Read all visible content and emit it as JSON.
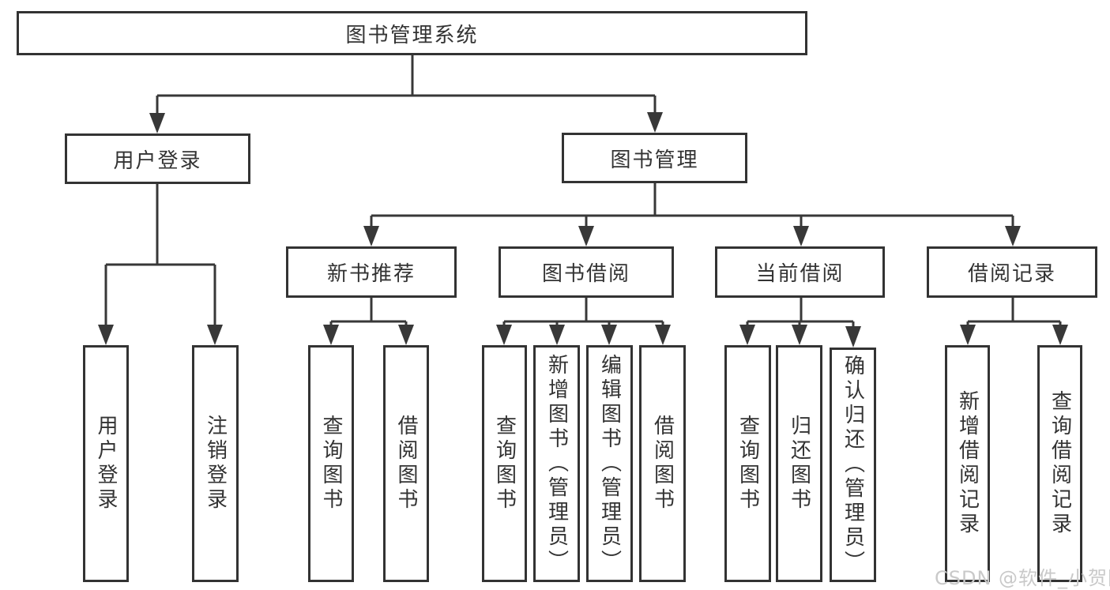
{
  "diagram_title": "图书管理系统",
  "nodes": {
    "root": {
      "label": "图书管理系统"
    },
    "user_login": {
      "label": "用户登录"
    },
    "book_management": {
      "label": "图书管理"
    },
    "new_book_recommend": {
      "label": "新书推荐"
    },
    "book_borrow": {
      "label": "图书借阅"
    },
    "current_borrow": {
      "label": "当前借阅"
    },
    "borrow_records": {
      "label": "借阅记录"
    },
    "leaf_user_login": {
      "label": "用户登录"
    },
    "leaf_logout": {
      "label": "注销登录"
    },
    "leaf_rec_query_books": {
      "label": "查询图书"
    },
    "leaf_rec_borrow_books": {
      "label": "借阅图书"
    },
    "leaf_bor_query_books": {
      "label": "查询图书"
    },
    "leaf_bor_add_books": {
      "label": "新增图书（管理员）"
    },
    "leaf_bor_edit_books": {
      "label": "编辑图书（管理员）"
    },
    "leaf_bor_borrow_books": {
      "label": "借阅图书"
    },
    "leaf_cur_query_books": {
      "label": "查询图书"
    },
    "leaf_cur_return_books": {
      "label": "归还图书"
    },
    "leaf_cur_confirm_return": {
      "label": "确认归还（管理员）"
    },
    "leaf_recd_add_record": {
      "label": "新增借阅记录"
    },
    "leaf_recd_query_record": {
      "label": "查询借阅记录"
    }
  },
  "hierarchy": {
    "图书管理系统": [
      "用户登录",
      "图书管理"
    ],
    "用户登录": [
      "用户登录",
      "注销登录"
    ],
    "图书管理": [
      "新书推荐",
      "图书借阅",
      "当前借阅",
      "借阅记录"
    ],
    "新书推荐": [
      "查询图书",
      "借阅图书"
    ],
    "图书借阅": [
      "查询图书",
      "新增图书（管理员）",
      "编辑图书（管理员）",
      "借阅图书"
    ],
    "当前借阅": [
      "查询图书",
      "归还图书",
      "确认归还（管理员）"
    ],
    "借阅记录": [
      "新增借阅记录",
      "查询借阅记录"
    ]
  },
  "watermark": {
    "text": "CSDN @软件_小贺同学",
    "color": "#c9c9c9"
  },
  "colors": {
    "background": "#ffffff",
    "line": "#383838",
    "box_border": "#333333",
    "text": "#333333"
  }
}
